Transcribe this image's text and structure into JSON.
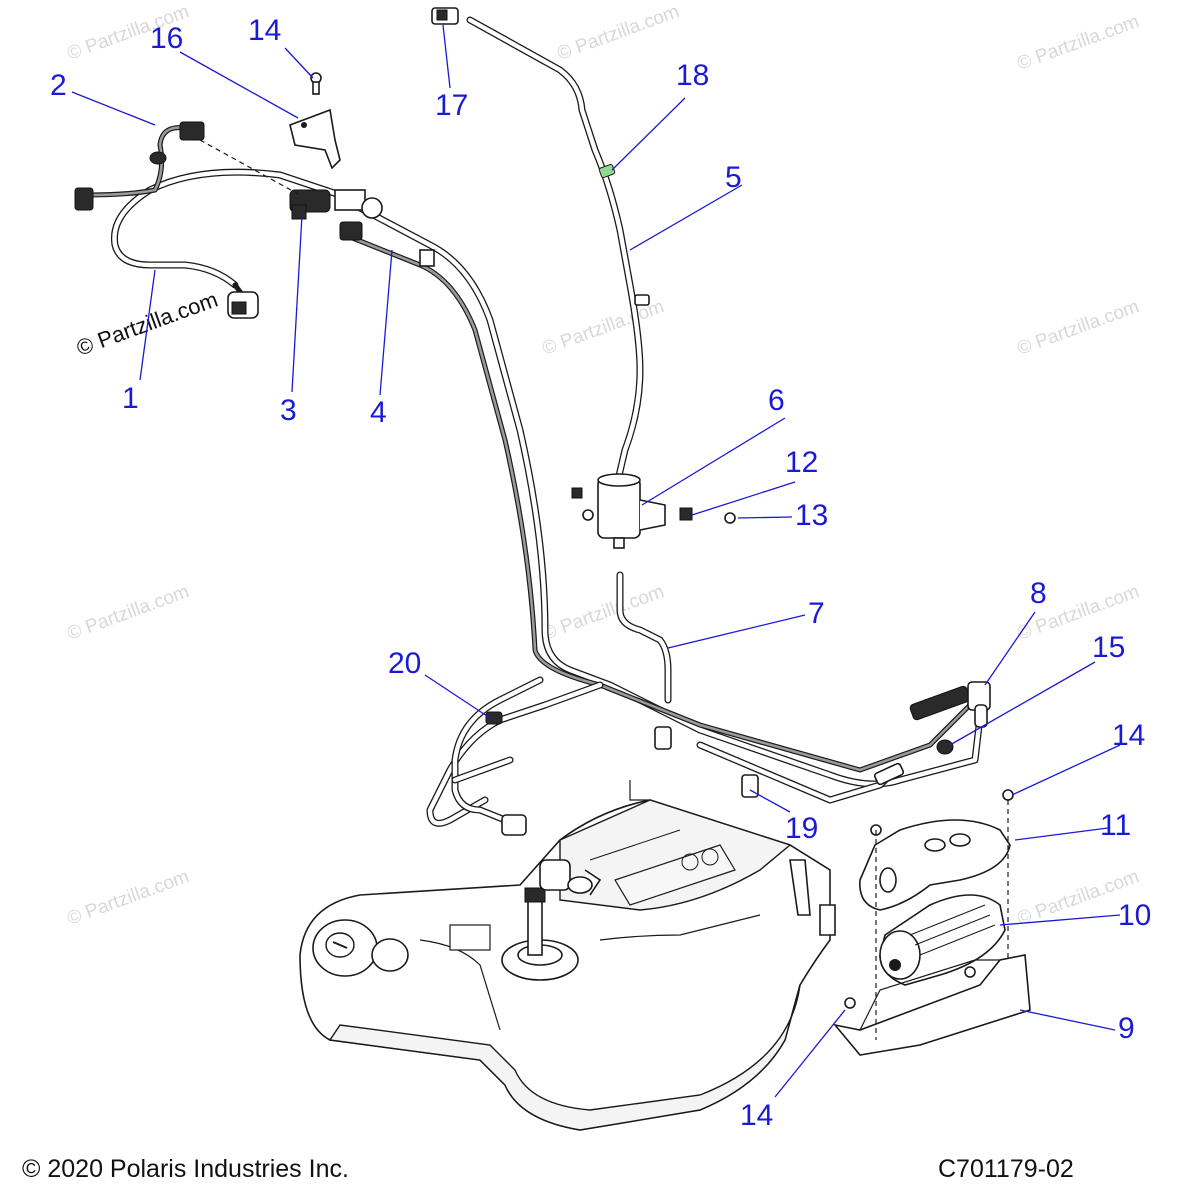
{
  "watermark": "© Partzilla.com",
  "side_watermark": "© Partzilla.com",
  "callouts": {
    "c1": "1",
    "c2": "2",
    "c3": "3",
    "c4": "4",
    "c5": "5",
    "c6": "6",
    "c7": "7",
    "c8": "8",
    "c9": "9",
    "c10": "10",
    "c11": "11",
    "c12": "12",
    "c13": "13",
    "c14a": "14",
    "c14b": "14",
    "c14c": "14",
    "c15": "15",
    "c16": "16",
    "c17": "17",
    "c18": "18",
    "c19": "19",
    "c20": "20"
  },
  "footer": {
    "copyright": "© 2020 Polaris Industries Inc.",
    "code": "C701179-02"
  },
  "colors": {
    "callout": "#1a1ad6",
    "outline": "#1a1a1a",
    "clamp_highlight": "#8fd98f"
  }
}
